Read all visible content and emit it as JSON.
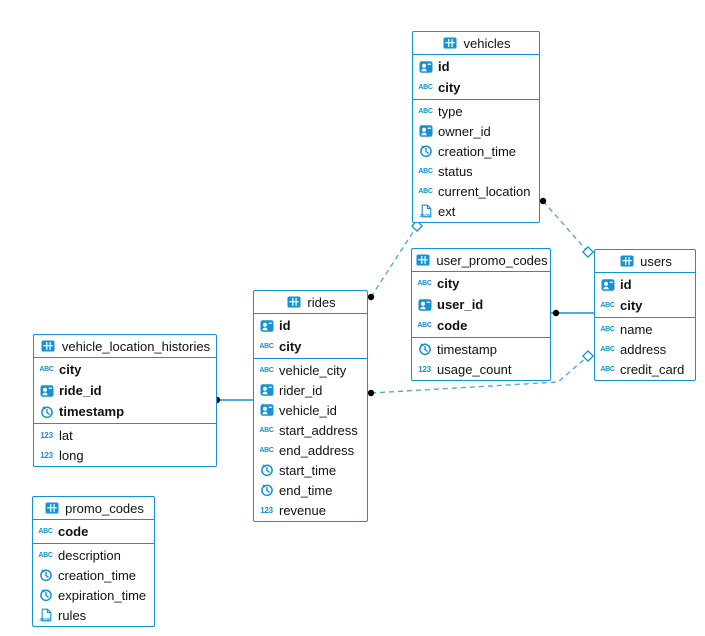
{
  "icons": {
    "text_label": "ABC",
    "numeric_label": "123",
    "json_label": "JSON"
  },
  "colors": {
    "table_border": "#1492d4",
    "solid_relationship_line": "#1492d4",
    "dashed_relationship_line": "#54a9db",
    "connector_dot": "#000000",
    "text": "#111111",
    "background": "#ffffff"
  },
  "diagram": {
    "tables": [
      {
        "name": "vehicles",
        "primary_key": [
          {
            "name": "id",
            "type": "uuid"
          },
          {
            "name": "city",
            "type": "text"
          }
        ],
        "columns": [
          {
            "name": "type",
            "type": "text"
          },
          {
            "name": "owner_id",
            "type": "uuid"
          },
          {
            "name": "creation_time",
            "type": "timestamp"
          },
          {
            "name": "status",
            "type": "text"
          },
          {
            "name": "current_location",
            "type": "text"
          },
          {
            "name": "ext",
            "type": "json"
          }
        ]
      },
      {
        "name": "user_promo_codes",
        "primary_key": [
          {
            "name": "city",
            "type": "text"
          },
          {
            "name": "user_id",
            "type": "uuid"
          },
          {
            "name": "code",
            "type": "text"
          }
        ],
        "columns": [
          {
            "name": "timestamp",
            "type": "timestamp"
          },
          {
            "name": "usage_count",
            "type": "numeric"
          }
        ]
      },
      {
        "name": "users",
        "primary_key": [
          {
            "name": "id",
            "type": "uuid"
          },
          {
            "name": "city",
            "type": "text"
          }
        ],
        "columns": [
          {
            "name": "name",
            "type": "text"
          },
          {
            "name": "address",
            "type": "text"
          },
          {
            "name": "credit_card",
            "type": "text"
          }
        ]
      },
      {
        "name": "rides",
        "primary_key": [
          {
            "name": "id",
            "type": "uuid"
          },
          {
            "name": "city",
            "type": "text"
          }
        ],
        "columns": [
          {
            "name": "vehicle_city",
            "type": "text"
          },
          {
            "name": "rider_id",
            "type": "uuid"
          },
          {
            "name": "vehicle_id",
            "type": "uuid"
          },
          {
            "name": "start_address",
            "type": "text"
          },
          {
            "name": "end_address",
            "type": "text"
          },
          {
            "name": "start_time",
            "type": "timestamp"
          },
          {
            "name": "end_time",
            "type": "timestamp"
          },
          {
            "name": "revenue",
            "type": "numeric"
          }
        ]
      },
      {
        "name": "vehicle_location_histories",
        "primary_key": [
          {
            "name": "city",
            "type": "text"
          },
          {
            "name": "ride_id",
            "type": "uuid"
          },
          {
            "name": "timestamp",
            "type": "timestamp"
          }
        ],
        "columns": [
          {
            "name": "lat",
            "type": "numeric"
          },
          {
            "name": "long",
            "type": "numeric"
          }
        ]
      },
      {
        "name": "promo_codes",
        "primary_key": [
          {
            "name": "code",
            "type": "text"
          }
        ],
        "columns": [
          {
            "name": "description",
            "type": "text"
          },
          {
            "name": "creation_time",
            "type": "timestamp"
          },
          {
            "name": "expiration_time",
            "type": "timestamp"
          },
          {
            "name": "rules",
            "type": "json"
          }
        ]
      }
    ],
    "relationships": [
      {
        "from": "rides",
        "to": "vehicles",
        "line": "dashed"
      },
      {
        "from": "vehicles",
        "to": "users",
        "line": "dashed"
      },
      {
        "from": "rides",
        "to": "users",
        "line": "dashed"
      },
      {
        "from": "user_promo_codes",
        "to": "users",
        "line": "solid"
      },
      {
        "from": "vehicle_location_histories",
        "to": "rides",
        "line": "solid"
      }
    ]
  }
}
